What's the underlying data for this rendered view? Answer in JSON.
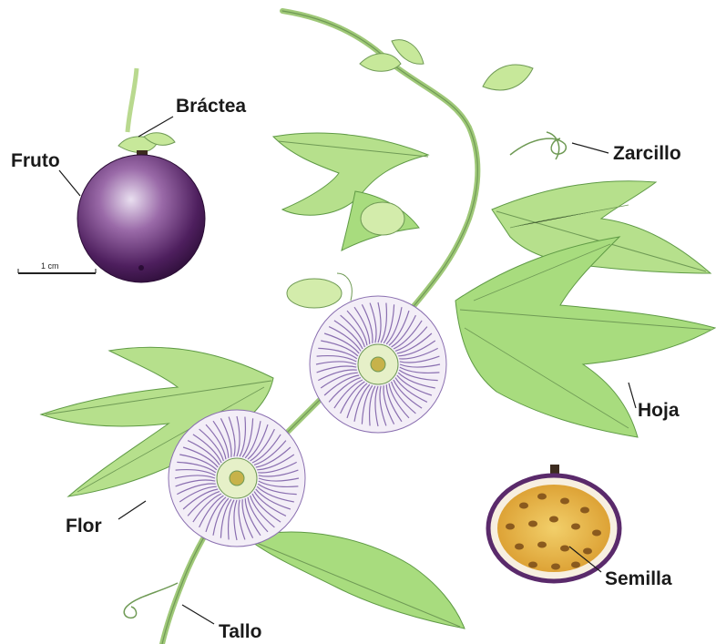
{
  "labels": {
    "fruto": "Fruto",
    "bractea": "Bráctea",
    "zarcillo": "Zarcillo",
    "hoja": "Hoja",
    "flor": "Flor",
    "semilla": "Semilla",
    "tallo": "Tallo"
  },
  "scale_bar": {
    "text": "1 cm"
  },
  "colors": {
    "leaf": "#a8dc7e",
    "leaf_dark": "#5f9a45",
    "stem": "#b9d98f",
    "fruit": "#5a2a6b",
    "fruit_highlight": "#c9b6d6",
    "flower": "#8a6fb0",
    "pulp": "#e8b94a",
    "seed": "#8a5a1e"
  },
  "icons": {
    "leaf": "leaf-icon",
    "flower": "passion-flower-icon",
    "fruit": "passion-fruit-icon",
    "tendril": "tendril-icon"
  }
}
